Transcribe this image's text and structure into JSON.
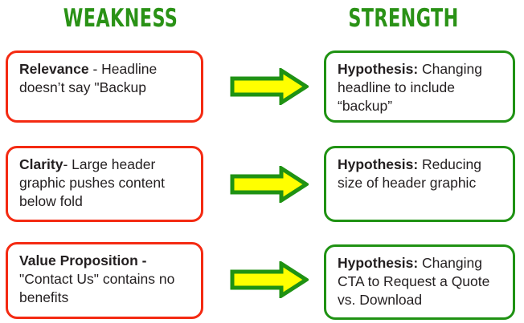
{
  "colors": {
    "header_green": "#2a9216",
    "weakness_border": "#f42a12",
    "strength_border": "#1f9213",
    "arrow_fill": "#ffff00",
    "arrow_stroke": "#1f9213",
    "text": "#231f20",
    "background": "#ffffff"
  },
  "headers": {
    "weakness": "WEAKNESS",
    "strength": "STRENGTH"
  },
  "rows": [
    {
      "weakness": {
        "label": "Relevance",
        "separator": " - ",
        "body": "Headline doesn’t say \"Backup",
        "full_text": "Relevance - Headline doesn’t say \"Backup"
      },
      "arrow": {
        "icon": "right-arrow-icon",
        "direction": "right"
      },
      "strength": {
        "label": "Hypothesis:",
        "separator": " ",
        "body": "Changing headline to include “backup”",
        "full_text": "Hypothesis: Changing headline to include “backup”"
      }
    },
    {
      "weakness": {
        "label": "Clarity",
        "separator": "- ",
        "body": "Large header graphic pushes content below fold",
        "full_text": "Clarity- Large header graphic pushes content below fold"
      },
      "arrow": {
        "icon": "right-arrow-icon",
        "direction": "right"
      },
      "strength": {
        "label": "Hypothesis:",
        "separator": " ",
        "body": "Reducing size of header graphic",
        "full_text": "Hypothesis: Reducing size of header graphic"
      }
    },
    {
      "weakness": {
        "label": "Value Proposition -",
        "separator": " ",
        "body": "\"Contact Us\" contains no benefits",
        "full_text": "Value Proposition - \"Contact Us\" contains no benefits"
      },
      "arrow": {
        "icon": "right-arrow-icon",
        "direction": "right"
      },
      "strength": {
        "label": "Hypothesis:",
        "separator": " ",
        "body": "Changing CTA to Request a Quote vs. Download",
        "full_text": "Hypothesis: Changing CTA to Request a Quote vs. Download"
      }
    }
  ]
}
